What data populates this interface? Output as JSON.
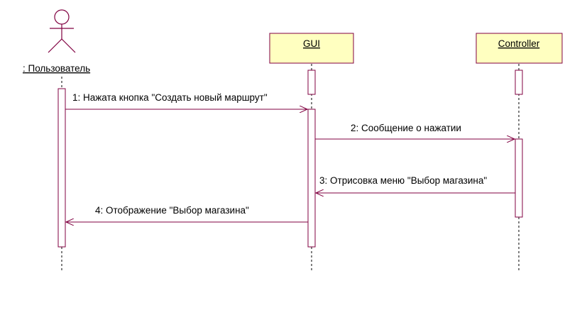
{
  "diagram": {
    "actor": {
      "label": ": Пользователь"
    },
    "objects": [
      {
        "id": "gui",
        "label": "GUI",
        "fill": "#ffffc0"
      },
      {
        "id": "controller",
        "label": "Controller",
        "fill": "#ffffc0"
      }
    ],
    "messages": [
      {
        "text": "1: Нажата кнопка \"Создать новый маршрут\""
      },
      {
        "text": "2: Сообщение о нажатии"
      },
      {
        "text": "3: Отрисовка меню \"Выбор магазина\""
      },
      {
        "text": "4: Отображение \"Выбор магазина\""
      }
    ],
    "colors": {
      "line": "#800040",
      "lifeline": "#000000"
    }
  }
}
